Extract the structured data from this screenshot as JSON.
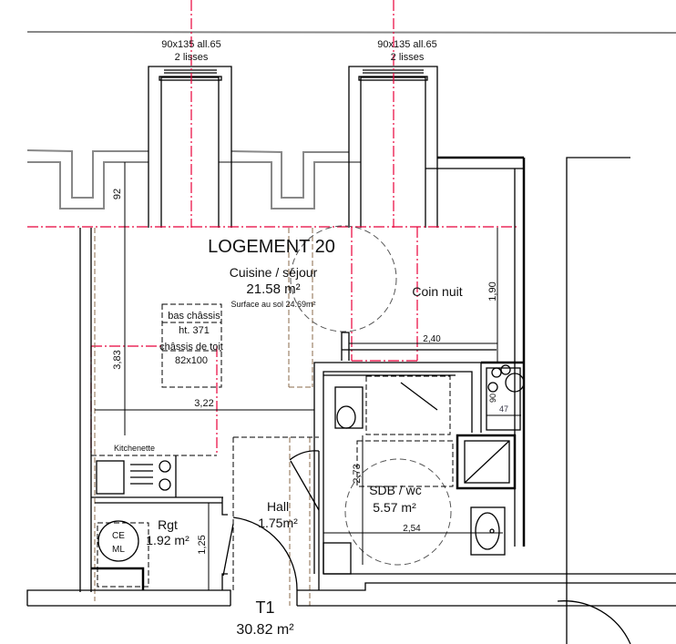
{
  "windows": [
    {
      "size": "90x135 all.65",
      "detail": "2 lisses"
    },
    {
      "size": "90x135 all.65",
      "detail": "2 lisses"
    }
  ],
  "unit": {
    "title": "LOGEMENT 20",
    "type": "T1",
    "total_area": "30.82 m²"
  },
  "rooms": {
    "living": {
      "name": "Cuisine / séjour",
      "area": "21.58 m²",
      "floor_area": "Surface au sol 24.69m²"
    },
    "sleeping": {
      "name": "Coin nuit"
    },
    "hall": {
      "name": "Hall",
      "area": "1.75m²"
    },
    "storage": {
      "name": "Rgt",
      "area": "1.92 m²"
    },
    "bathroom": {
      "name": "SDB / wc",
      "area": "5.57 m²"
    },
    "kitchenette": {
      "name": "Kitchenette"
    }
  },
  "skylight": {
    "sill_label": "bas châssis",
    "sill_height": "ht. 371",
    "label": "châssis de toit",
    "size": "82x100"
  },
  "appliance": {
    "line1": "CE",
    "line2": "ML"
  },
  "dimensions": {
    "d92": "92",
    "d383": "3,83",
    "d322": "3,22",
    "d190": "1,90",
    "d240": "2,40",
    "d125": "1,25",
    "d273": "2,73",
    "d254": "2,54",
    "d90": "90",
    "d47": "47"
  },
  "colors": {
    "axis": "#e8003a",
    "wall": "#000000",
    "beam": "#8a6a4a"
  }
}
